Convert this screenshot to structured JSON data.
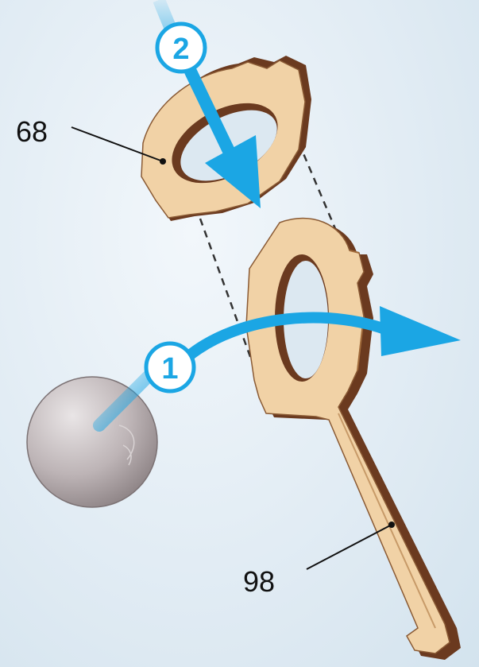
{
  "callouts": [
    {
      "id": "ring",
      "text": "68"
    },
    {
      "id": "key",
      "text": "98"
    }
  ],
  "steps": [
    "2",
    "1"
  ],
  "colors": {
    "arrow": "#1ba6e4",
    "wood_light": "#f1d2a6",
    "wood_dark": "#6b3a1f",
    "ball": "#b9b1b3"
  },
  "icons": [
    "ring-part",
    "key-part",
    "ball",
    "step-arrow"
  ]
}
